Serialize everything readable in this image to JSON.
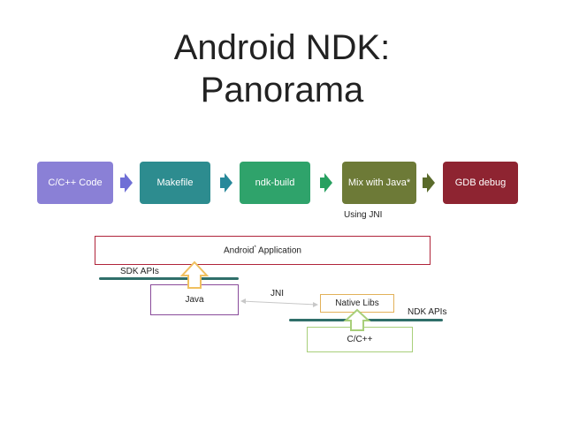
{
  "title": {
    "line1": "Android NDK:",
    "line2": "Panorama"
  },
  "steps": [
    {
      "label": "C/C++ Code",
      "color": "#8a80d6"
    },
    {
      "label": "Makefile",
      "color": "#2d8c8f"
    },
    {
      "label": "ndk-build",
      "color": "#2fa36b"
    },
    {
      "label": "Mix with Java*",
      "color": "#6d7a37"
    },
    {
      "label": "GDB debug",
      "color": "#8e2431"
    }
  ],
  "arrow_colors": [
    "#6f6fd6",
    "#27889a",
    "#27a060",
    "#5a6b2b"
  ],
  "using_jni": "Using JNI",
  "app": {
    "label": "Android",
    "sup": "*",
    "label_rest": " Application"
  },
  "sdk_apis": "SDK APIs",
  "ndk_apis": "NDK APIs",
  "java": "Java",
  "jni": "JNI",
  "native_libs": "Native Libs",
  "cpp": "C/C++",
  "colors": {
    "bar": "#2f6f6a",
    "up_arrow_fill": "#ffffff",
    "up_arrow_stroke_java": "#f0c060",
    "up_arrow_stroke_cpp": "#a8cf7a",
    "jni_line": "#c8c8c8"
  }
}
